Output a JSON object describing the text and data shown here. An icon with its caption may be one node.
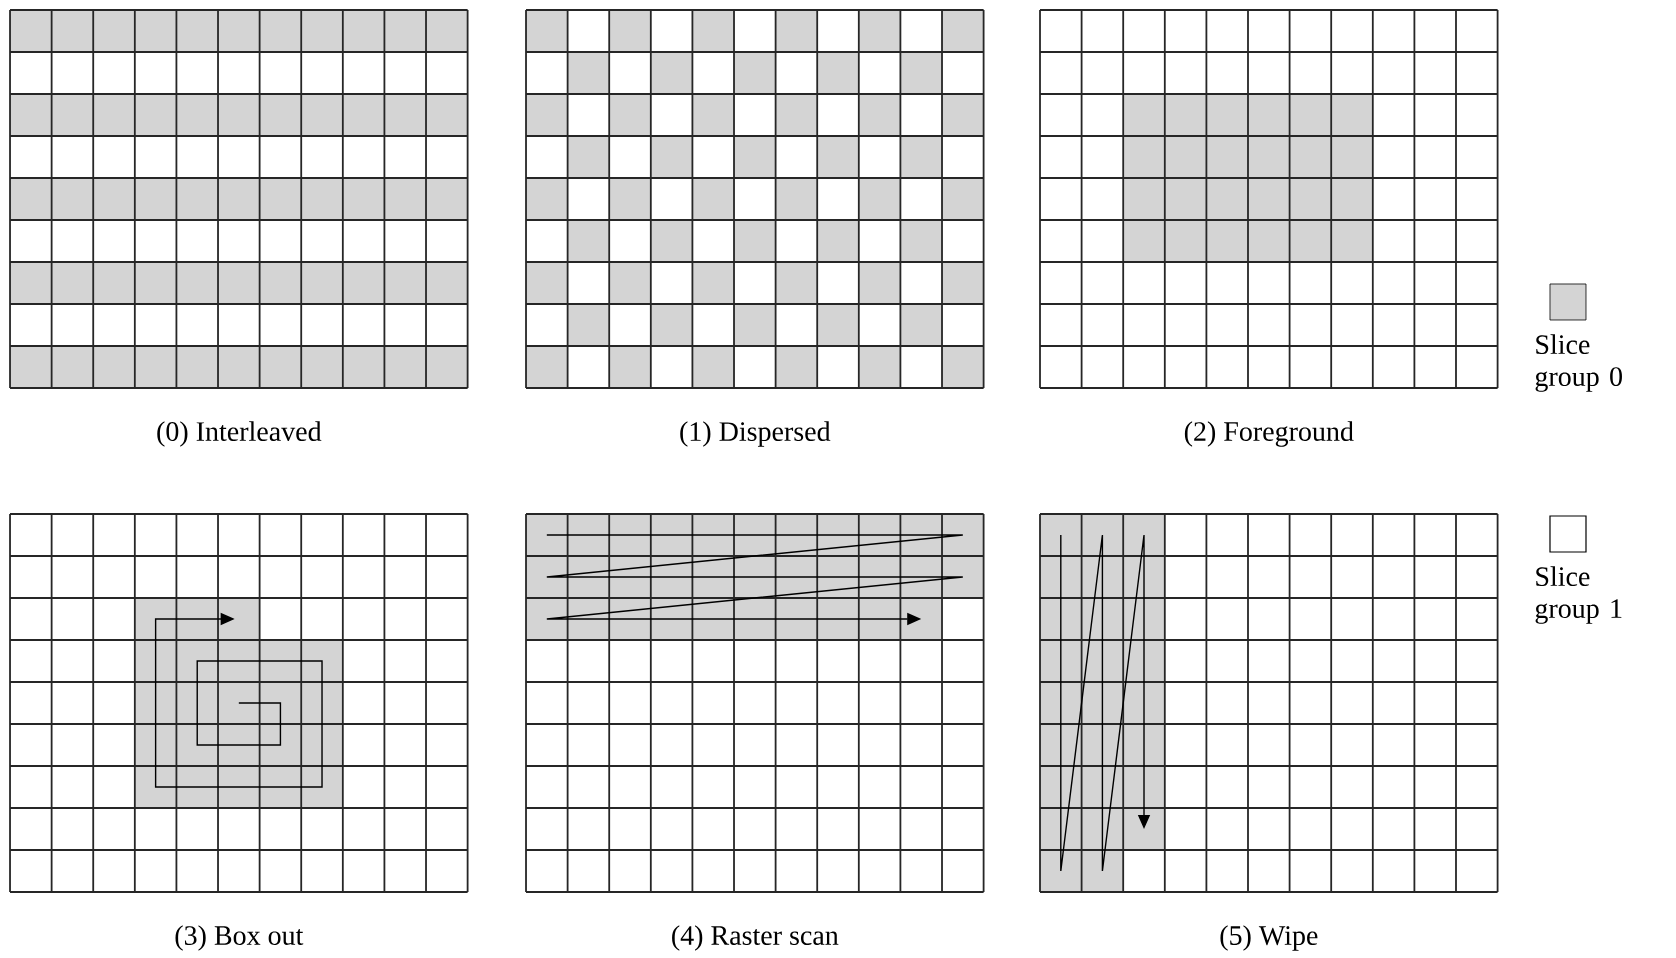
{
  "diagram": {
    "labels": [
      "(0) Interleaved",
      "(1) Dispersed",
      "(2) Foreground",
      "(3) Box out",
      "(4) Raster scan",
      "(5) Wipe"
    ],
    "legend": [
      {
        "text": "Slice group 0",
        "color": "#d4d4d4"
      },
      {
        "text": "Slice group 1"
      }
    ]
  }
}
